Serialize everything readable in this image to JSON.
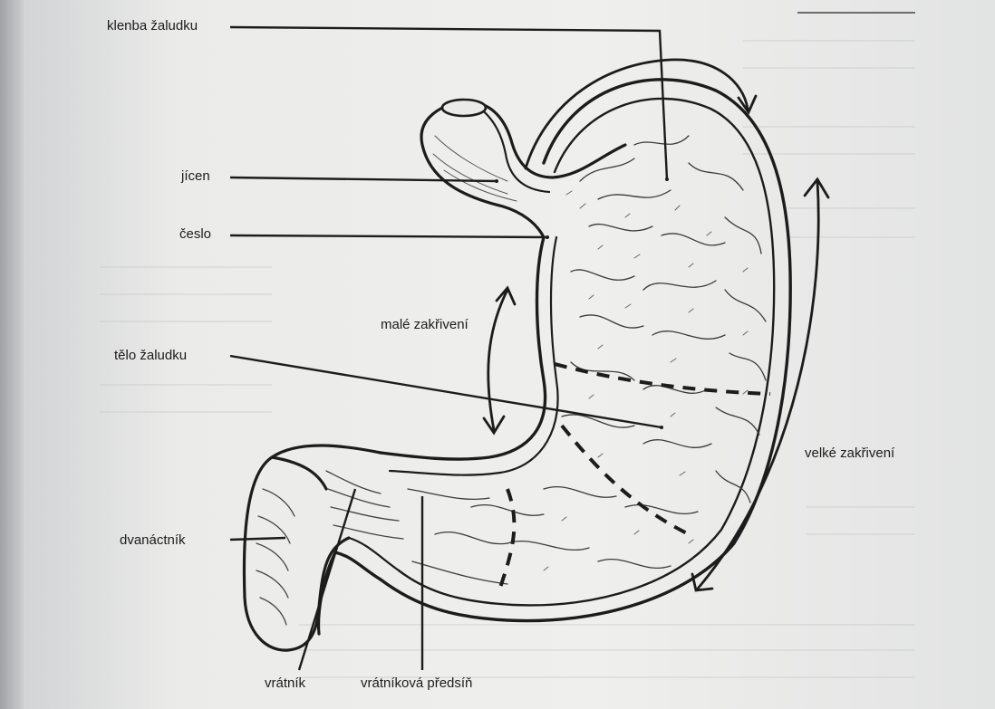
{
  "labels": {
    "klenba": "klenba žaludku",
    "jicen": "jícen",
    "ceslo": "česlo",
    "male": "malé zakřivení",
    "telo": "tělo žaludku",
    "velke": "velké zakřivení",
    "dvanactnik": "dvanáctník",
    "vratnik": "vrátník",
    "predsin": "vrátníková předsíň"
  },
  "colors": {
    "ink": "#1c1c1c",
    "paper": "#eeeeec",
    "shadow": "#b9bbbe"
  }
}
